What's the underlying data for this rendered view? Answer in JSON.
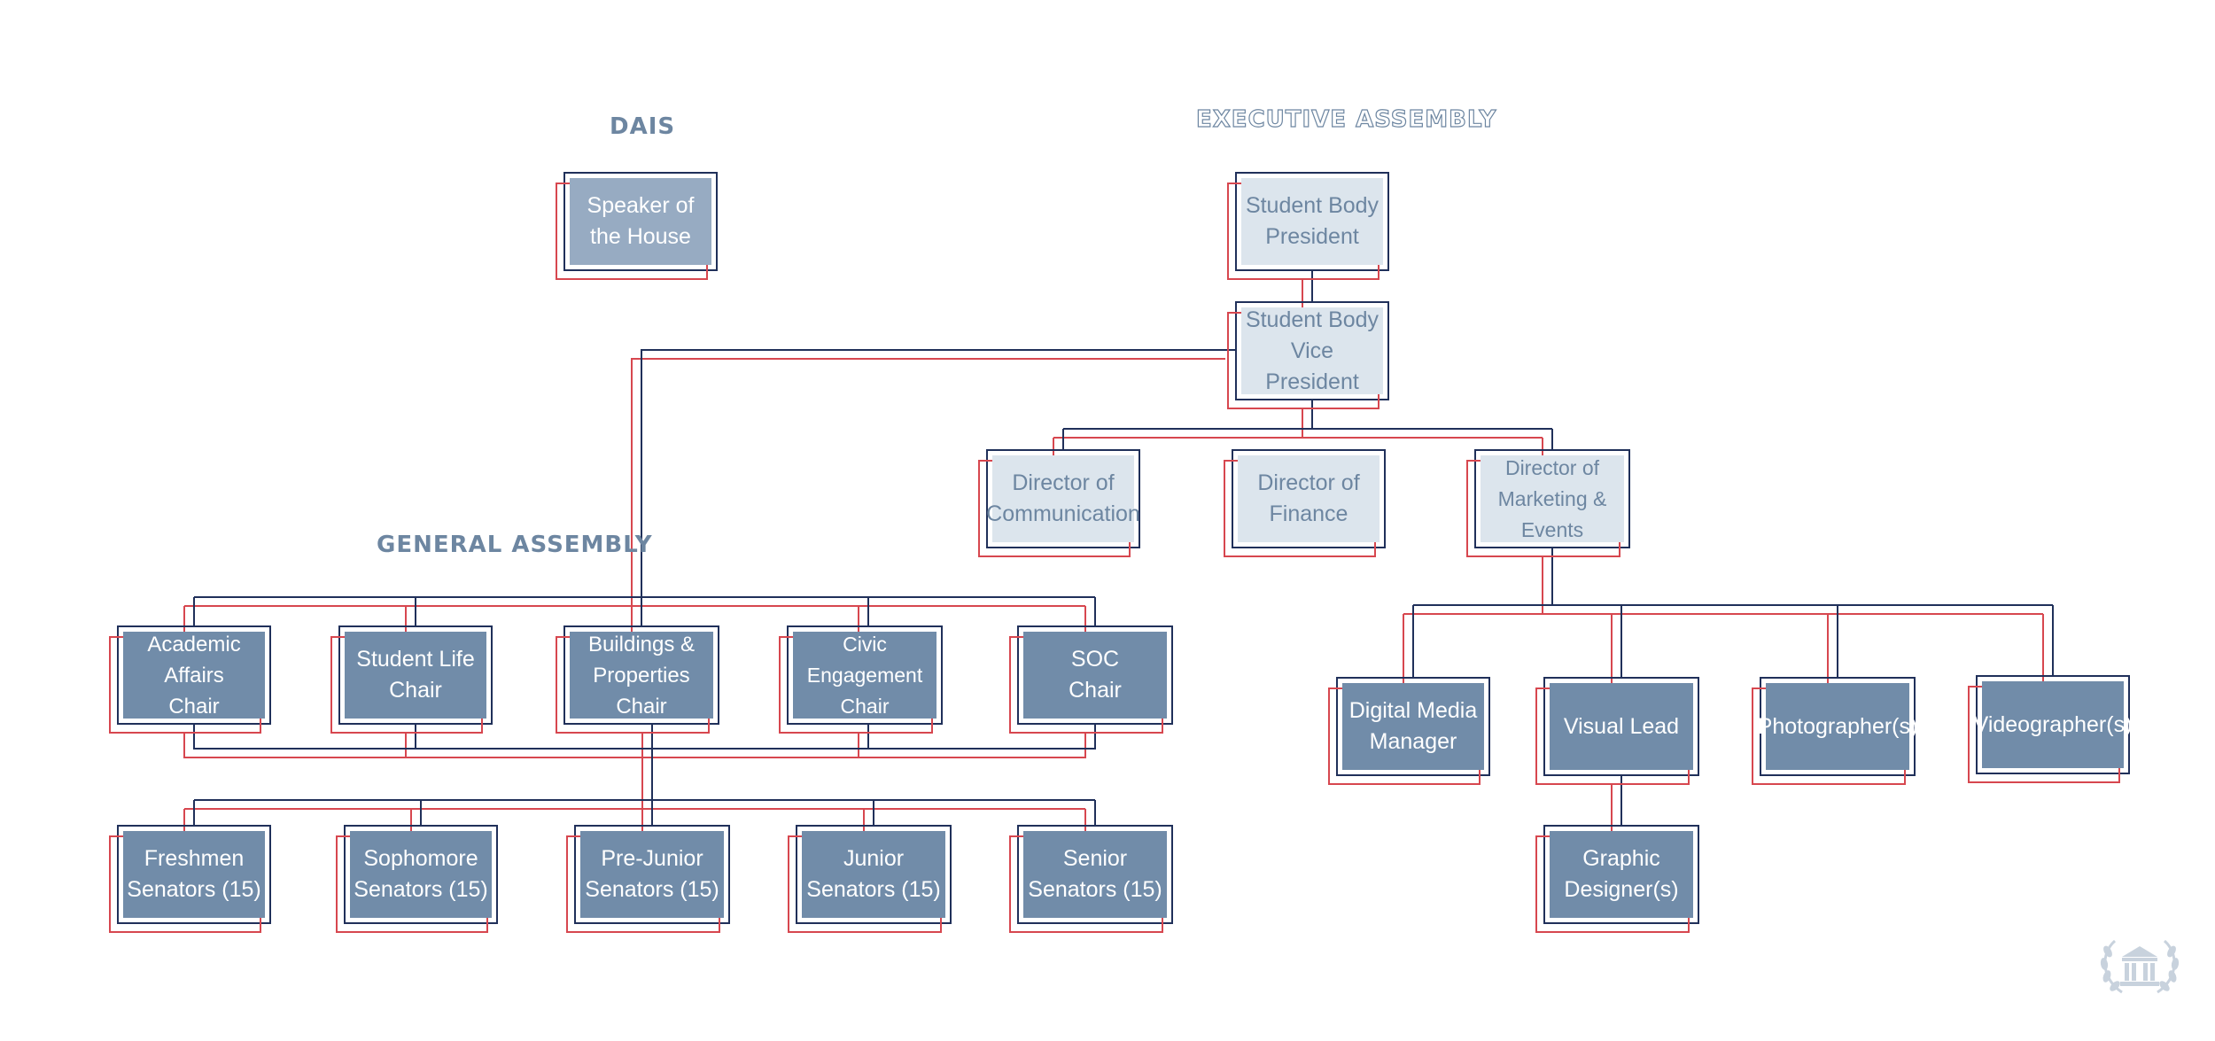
{
  "colors": {
    "connector_primary": "#20305a",
    "connector_secondary": "#d7474f",
    "title": "#6d86a1",
    "box_dark": "#718ca9",
    "box_mid": "#97abc2",
    "box_light": "#dce5ed",
    "text_light": "#ffffff",
    "text_dark": "#6d86a1"
  },
  "sections": {
    "dais": "DAIS",
    "executive": "EXECUTIVE ASSEMBLY",
    "general": "GENERAL ASSEMBLY"
  },
  "nodes": {
    "speaker": "Speaker of\nthe House",
    "president": "Student Body\nPresident",
    "vice_president": "Student Body\nVice President",
    "dir_communication": "Director of\nCommunication",
    "dir_finance": "Director of\nFinance",
    "dir_marketing": "Director of\nMarketing & Events",
    "academic_affairs": "Academic Affairs\nChair",
    "student_life": "Student Life\nChair",
    "buildings": "Buildings &\nProperties Chair",
    "civic": "Civic Engagement\nChair",
    "soc": "SOC\nChair",
    "freshmen": "Freshmen\nSenators (15)",
    "sophomore": "Sophomore\nSenators (15)",
    "pre_junior": "Pre-Junior\nSenators (15)",
    "junior": "Junior\nSenators (15)",
    "senior": "Senior\nSenators (15)",
    "digital_media": "Digital Media\nManager",
    "visual_lead": "Visual Lead",
    "photographers": "Photographer(s)",
    "videographers": "Videographer(s)",
    "graphic_designers": "Graphic\nDesigner(s)"
  },
  "emblem": {
    "icon": "laurel-building-icon"
  }
}
